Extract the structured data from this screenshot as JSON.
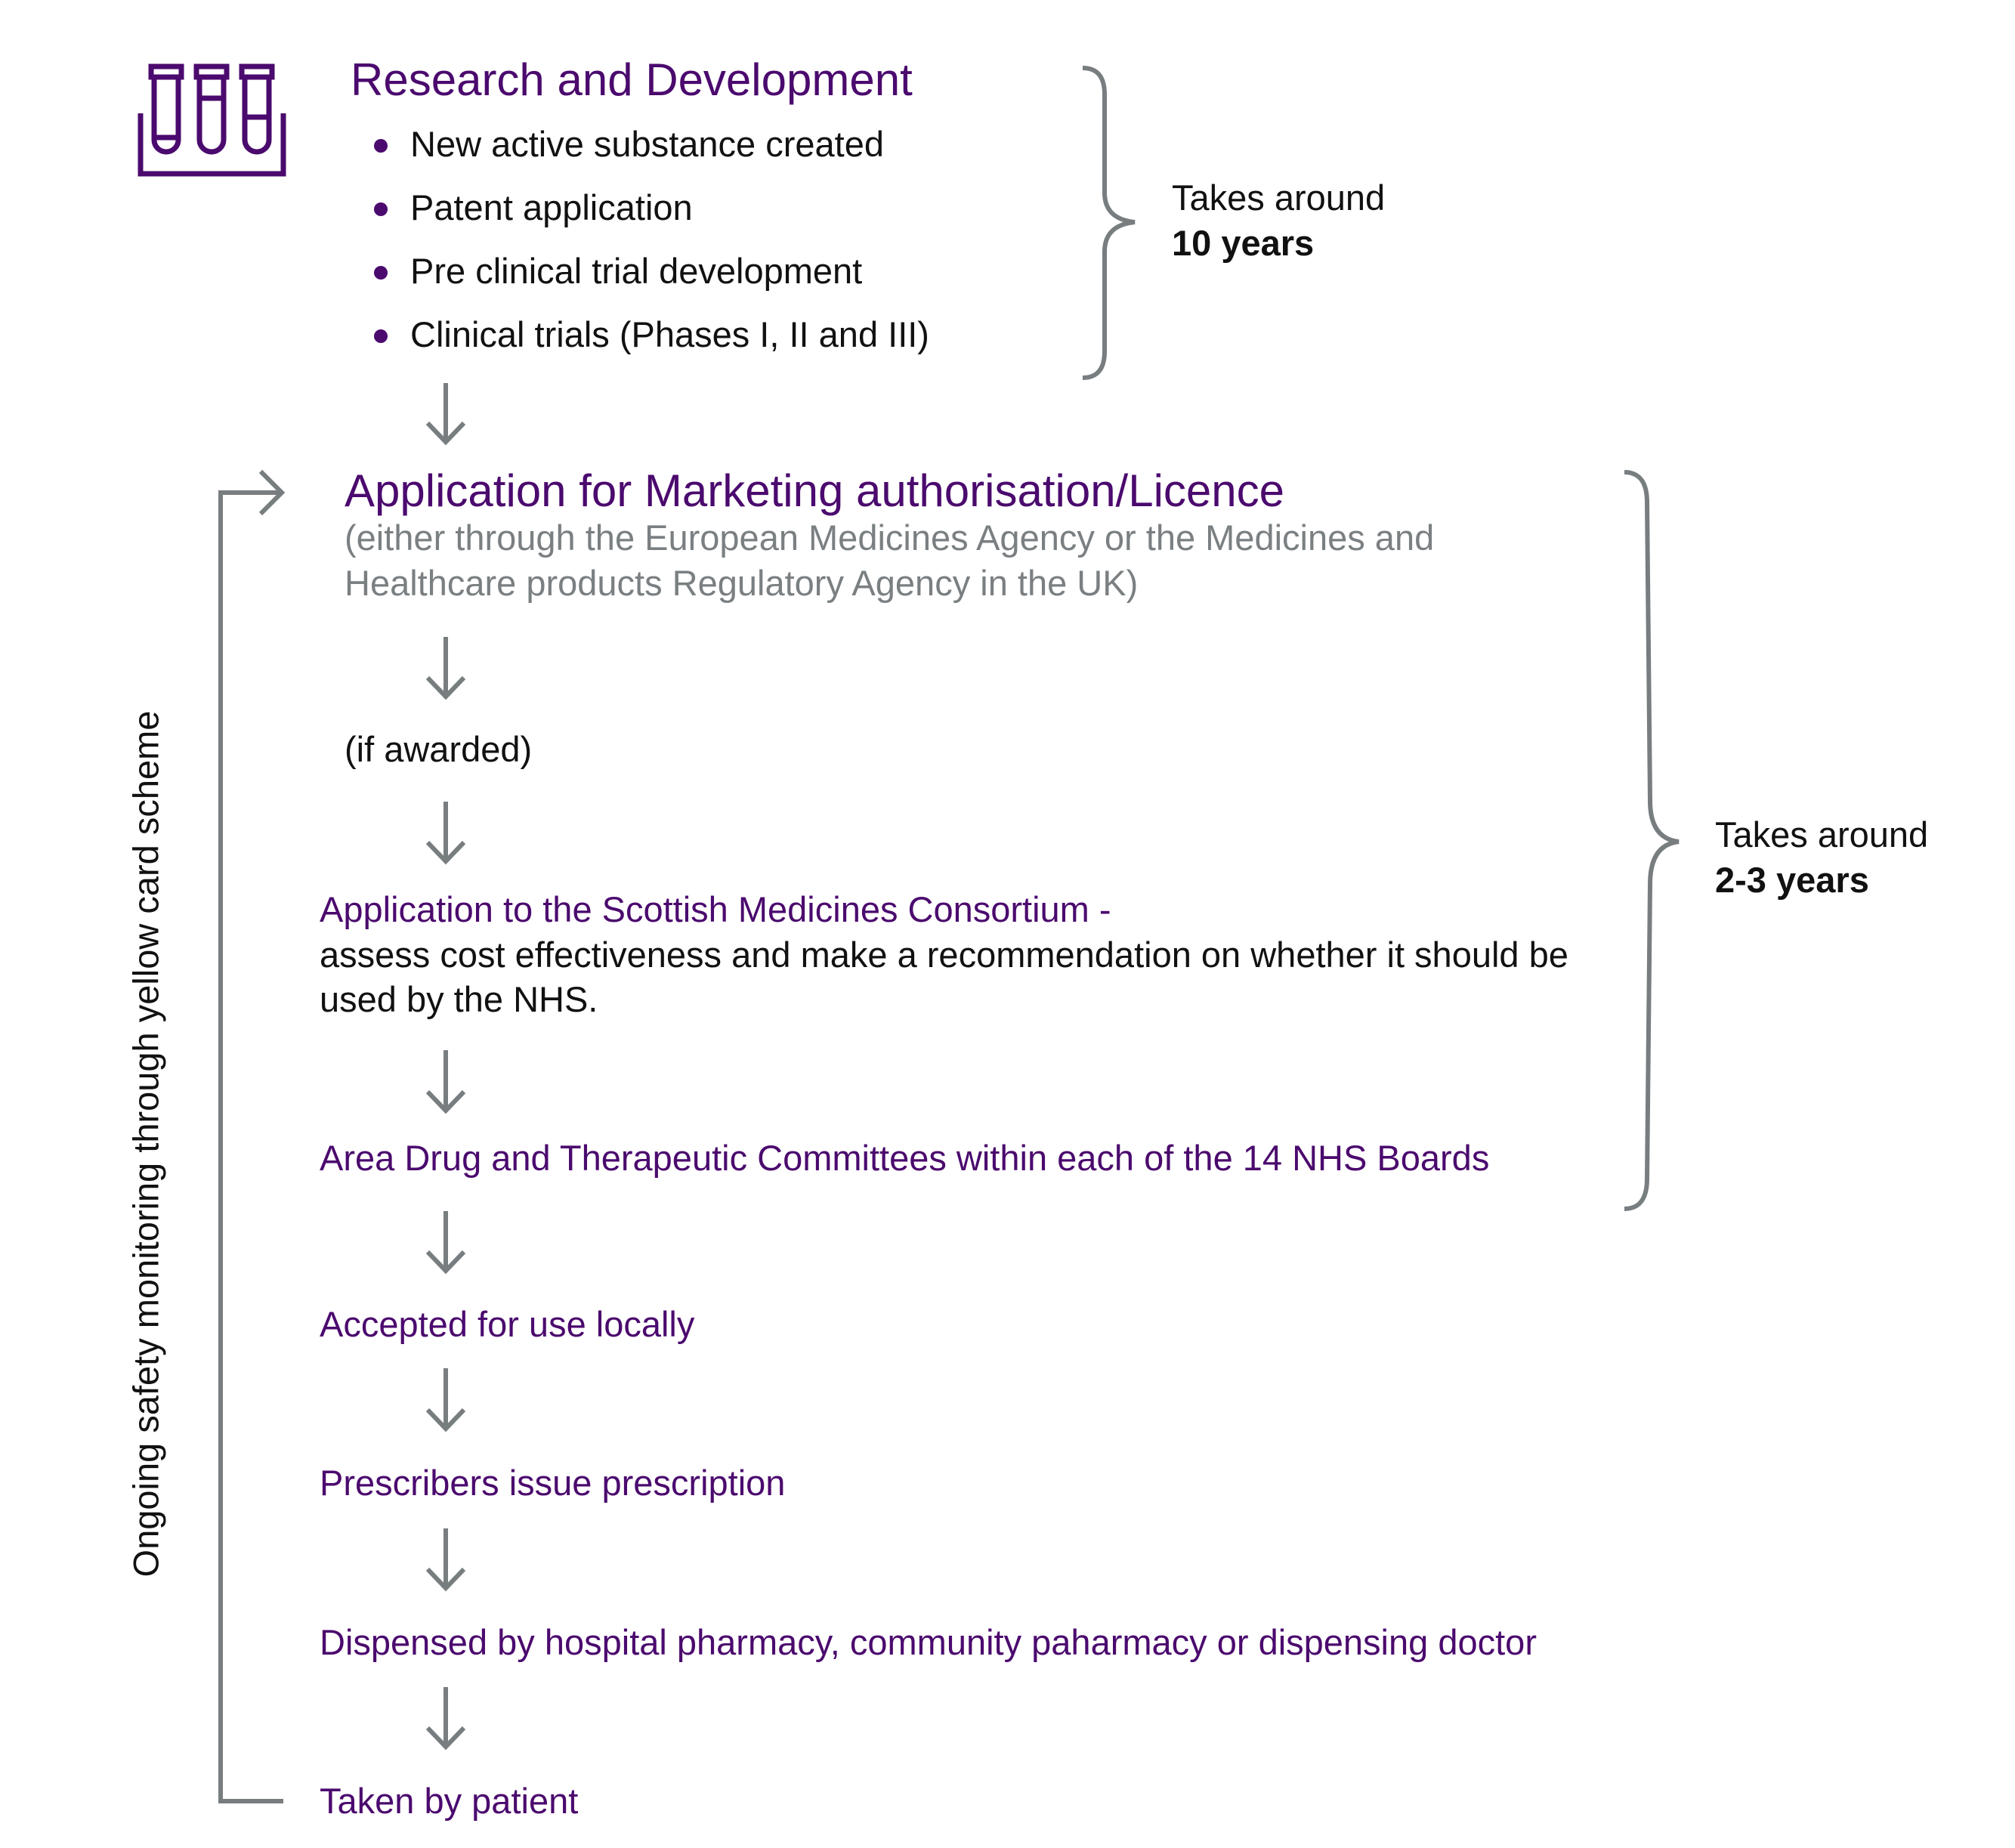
{
  "research": {
    "icon": "test-tubes-icon",
    "title": "Research and Development",
    "bullets": [
      "New active substance created",
      "Patent application",
      "Pre clinical trial development",
      "Clinical trials (Phases I, II and III)"
    ],
    "duration_label": "Takes around",
    "duration_value": "10 years"
  },
  "marketing": {
    "title": "Application for Marketing authorisation/Licence",
    "subtitle_line1": "(either through the European Medicines Agency or the Medicines and",
    "subtitle_line2": "Healthcare products Regulatory Agency in the UK)"
  },
  "if_awarded": "(if awarded)",
  "smc": {
    "title": "Application to the Scottish Medicines Consortium -",
    "desc_line1": "assess cost effectiveness and make a recommendation on whether it should be",
    "desc_line2": "used by the NHS."
  },
  "area_drug": "Area Drug and Therapeutic Committees within each of the 14 NHS Boards",
  "approval_duration": {
    "label": "Takes around",
    "value": "2-3 years"
  },
  "steps": {
    "accepted": "Accepted for use locally",
    "prescribers": "Prescribers issue prescription",
    "dispensed": "Dispensed by hospital pharmacy, community paharmacy or dispensing doctor",
    "taken": "Taken by patient"
  },
  "monitoring_label": "Ongoing safety monitoring through yellow card scheme",
  "colors": {
    "purple": "#4b0a6e",
    "gray": "#7a7f82",
    "black": "#111111"
  }
}
